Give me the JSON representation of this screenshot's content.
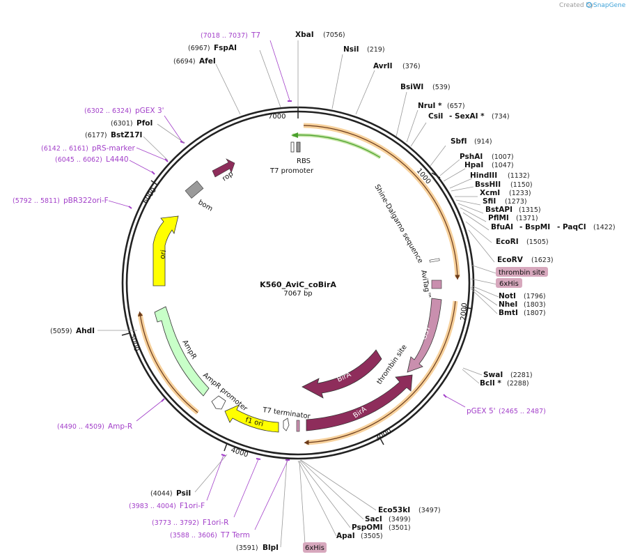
{
  "credit": {
    "prefix": "Created by",
    "brand": "SnapGene"
  },
  "plasmid": {
    "name": "K560_AviC_coBirA",
    "length": "7067 bp"
  },
  "ticks": [
    "1000",
    "2000",
    "3000",
    "4000",
    "5000",
    "6000",
    "7000"
  ],
  "enzymes_right": [
    {
      "name": "XbaI",
      "pos": "(7056)"
    },
    {
      "name": "NsiI",
      "pos": "(219)"
    },
    {
      "name": "AvrII",
      "pos": "(376)"
    },
    {
      "name": "BsiWI",
      "pos": "(539)"
    },
    {
      "name": "NruI *",
      "pos": "(657)"
    },
    {
      "name": "CsiI",
      "pos": ""
    },
    {
      "name": "- SexAI *",
      "pos": "(734)"
    },
    {
      "name": "SbfI",
      "pos": "(914)"
    },
    {
      "name": "PshAI",
      "pos": "(1007)"
    },
    {
      "name": "HpaI",
      "pos": "(1047)"
    },
    {
      "name": "HindIII",
      "pos": "(1132)"
    },
    {
      "name": "BssHII",
      "pos": "(1150)"
    },
    {
      "name": "XcmI",
      "pos": "(1233)"
    },
    {
      "name": "SfiI",
      "pos": "(1273)"
    },
    {
      "name": "BstAPI",
      "pos": "(1315)"
    },
    {
      "name": "PflMI",
      "pos": "(1371)"
    },
    {
      "name": "BfuAI",
      "pos": ""
    },
    {
      "name": "- BspMI",
      "pos": ""
    },
    {
      "name": "- PaqCI",
      "pos": "(1422)"
    },
    {
      "name": "EcoRI",
      "pos": "(1505)"
    },
    {
      "name": "EcoRV",
      "pos": "(1623)"
    },
    {
      "name": "NotI",
      "pos": "(1796)"
    },
    {
      "name": "NheI",
      "pos": "(1803)"
    },
    {
      "name": "BmtI",
      "pos": "(1807)"
    },
    {
      "name": "SwaI",
      "pos": "(2281)"
    },
    {
      "name": "BclI *",
      "pos": "(2288)"
    }
  ],
  "enzymes_bottom": [
    {
      "name": "Eco53kI",
      "pos": "(3497)"
    },
    {
      "name": "SacI",
      "pos": "(3499)"
    },
    {
      "name": "PspOMI",
      "pos": "(3501)"
    },
    {
      "name": "ApaI",
      "pos": "(3505)"
    },
    {
      "name": "BlpI",
      "pos": "(3591)"
    }
  ],
  "enzymes_left": [
    {
      "name": "FspAI",
      "pos": "(6967)"
    },
    {
      "name": "AfeI",
      "pos": "(6694)"
    },
    {
      "name": "PfoI",
      "pos": "(6301)"
    },
    {
      "name": "BstZ17I",
      "pos": "(6177)"
    },
    {
      "name": "AhdI",
      "pos": "(5059)"
    },
    {
      "name": "PsiI",
      "pos": "(4044)"
    }
  ],
  "primers": [
    {
      "name": "T7",
      "pos": "(7018 .. 7037)"
    },
    {
      "name": "pGEX 3'",
      "pos": "(6302 .. 6324)"
    },
    {
      "name": "pRS-marker",
      "pos": "(6142 .. 6161)"
    },
    {
      "name": "L4440",
      "pos": "(6045 .. 6062)"
    },
    {
      "name": "pBR322ori-F",
      "pos": "(5792 .. 5811)"
    },
    {
      "name": "Amp-R",
      "pos": "(4490 .. 4509)"
    },
    {
      "name": "F1ori-F",
      "pos": "(3983 .. 4004)"
    },
    {
      "name": "F1ori-R",
      "pos": "(3773 .. 3792)"
    },
    {
      "name": "T7 Term",
      "pos": "(3588 .. 3606)"
    },
    {
      "name": "pGEX 5'",
      "pos": "(2465 .. 2487)"
    }
  ],
  "boxed_features": [
    {
      "name": "thrombin site"
    },
    {
      "name": "6xHis"
    },
    {
      "name": "6xHis"
    }
  ],
  "features": {
    "rbs": "RBS",
    "t7_promoter": "T7 promoter",
    "rop": "rop",
    "bom": "bom",
    "ori": "ori",
    "shine_dalgarno": "Shine-Dalgarno sequence",
    "avitag": "AviTag™",
    "gst": "GST",
    "thrombin_site": "thrombin site",
    "birA_inner": "BirA",
    "birA_outer": "BirA",
    "t7_terminator": "T7 terminator",
    "f1_ori": "f1 ori",
    "ampr_promoter": "AmpR promoter",
    "ampr": "AmpR"
  },
  "colors": {
    "backbone": "#222222",
    "primer": "#a23fc9",
    "orf": "#f0a43a",
    "cds": "#8e2d5b",
    "ori": "#ffff00",
    "ampr": "#c8ffc8",
    "gst": "#c98fae",
    "bom": "#9a9a9a",
    "boxed_bg": "#d7a8bd",
    "t7_green": "#4aa02c"
  }
}
